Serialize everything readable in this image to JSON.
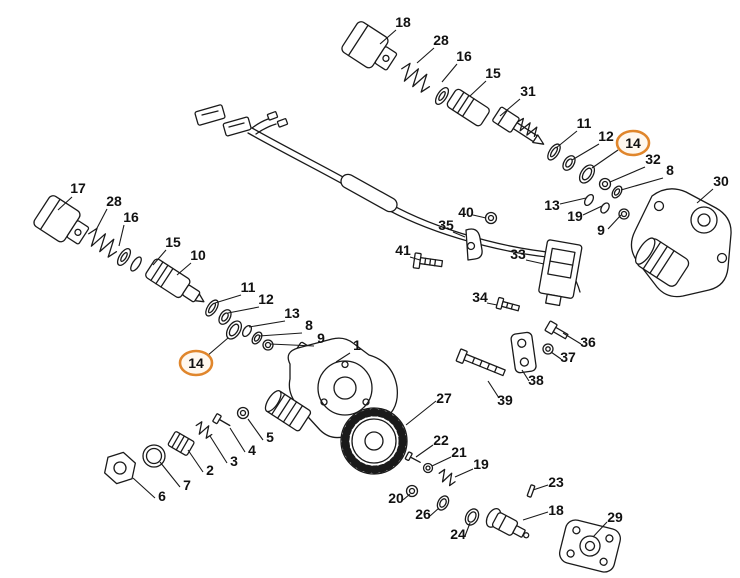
{
  "diagram": {
    "title": "Exploded parts diagram",
    "type": "exploded-view",
    "background_color": "#ffffff",
    "line_color": "#1a1a1a",
    "highlight_color": "#e0862c",
    "highlighted_part_number": "14"
  },
  "callouts": [
    {
      "label": "18",
      "area": "top"
    },
    {
      "label": "28",
      "area": "top"
    },
    {
      "label": "16",
      "area": "top"
    },
    {
      "label": "15",
      "area": "top"
    },
    {
      "label": "31",
      "area": "top"
    },
    {
      "label": "11",
      "area": "top"
    },
    {
      "label": "12",
      "area": "top"
    },
    {
      "label": "14",
      "area": "top",
      "highlighted": true
    },
    {
      "label": "32",
      "area": "top"
    },
    {
      "label": "8",
      "area": "top"
    },
    {
      "label": "13",
      "area": "top"
    },
    {
      "label": "19",
      "area": "top"
    },
    {
      "label": "9",
      "area": "top"
    },
    {
      "label": "30",
      "area": "top"
    },
    {
      "label": "17",
      "area": "left"
    },
    {
      "label": "28",
      "area": "left"
    },
    {
      "label": "16",
      "area": "left"
    },
    {
      "label": "15",
      "area": "left"
    },
    {
      "label": "10",
      "area": "left"
    },
    {
      "label": "11",
      "area": "left"
    },
    {
      "label": "12",
      "area": "left"
    },
    {
      "label": "13",
      "area": "left"
    },
    {
      "label": "8",
      "area": "left"
    },
    {
      "label": "9",
      "area": "left"
    },
    {
      "label": "14",
      "area": "left",
      "highlighted": true
    },
    {
      "label": "1",
      "area": "left"
    },
    {
      "label": "40",
      "area": "center"
    },
    {
      "label": "35",
      "area": "center"
    },
    {
      "label": "41",
      "area": "center"
    },
    {
      "label": "33",
      "area": "center"
    },
    {
      "label": "34",
      "area": "center"
    },
    {
      "label": "36",
      "area": "center"
    },
    {
      "label": "37",
      "area": "center"
    },
    {
      "label": "38",
      "area": "center"
    },
    {
      "label": "39",
      "area": "center"
    },
    {
      "label": "5",
      "area": "bottom-left"
    },
    {
      "label": "4",
      "area": "bottom-left"
    },
    {
      "label": "3",
      "area": "bottom-left"
    },
    {
      "label": "2",
      "area": "bottom-left"
    },
    {
      "label": "7",
      "area": "bottom-left"
    },
    {
      "label": "6",
      "area": "bottom-left"
    },
    {
      "label": "27",
      "area": "bottom-center"
    },
    {
      "label": "22",
      "area": "bottom-center"
    },
    {
      "label": "21",
      "area": "bottom-center"
    },
    {
      "label": "19",
      "area": "bottom-center"
    },
    {
      "label": "20",
      "area": "bottom-center"
    },
    {
      "label": "26",
      "area": "bottom-center"
    },
    {
      "label": "24",
      "area": "bottom-center"
    },
    {
      "label": "18",
      "area": "bottom-center"
    },
    {
      "label": "23",
      "area": "bottom-center"
    },
    {
      "label": "29",
      "area": "bottom-center"
    }
  ]
}
